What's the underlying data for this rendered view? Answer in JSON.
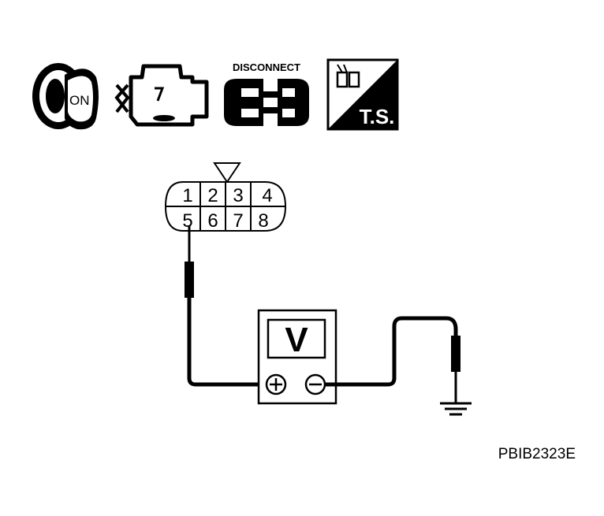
{
  "icons": {
    "ignition": {
      "icon": "ignition-key-icon",
      "label": "ON"
    },
    "engine": {
      "icon": "engine-icon"
    },
    "disconnect": {
      "icon": "connector-disconnect-icon",
      "label": "DISCONNECT"
    },
    "trouble_shooting": {
      "icon": "terminal-test-icon",
      "label": "T.S."
    }
  },
  "connector": {
    "pins_top": [
      "1",
      "2",
      "3",
      "4"
    ],
    "pins_bottom": [
      "5",
      "6",
      "7",
      "8"
    ]
  },
  "voltmeter": {
    "display": "V",
    "plus_terminal": "+",
    "minus_terminal": "−"
  },
  "reference_code": "PBIB2323E",
  "colors": {
    "ink": "#000000",
    "paper": "#ffffff"
  }
}
